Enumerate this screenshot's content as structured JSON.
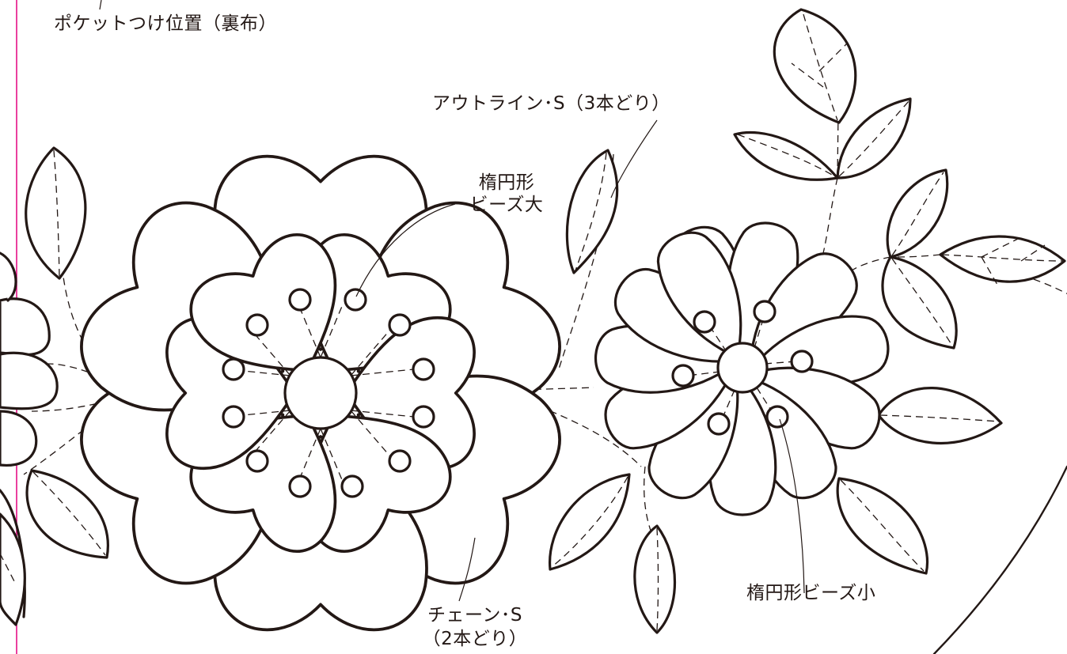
{
  "labels": {
    "pocket": "ポケットつけ位置（裏布）",
    "outline": "アウトライン･S（3本どり）",
    "bead_large_1": "楕円形",
    "bead_large_2": "ビーズ大",
    "chain_1": "チェーン･S",
    "chain_2": "（2本どり）",
    "bead_small": "楕円形ビーズ小"
  },
  "colors": {
    "line": "#231815",
    "margin_line": "#e4007f",
    "background": "#ffffff"
  }
}
